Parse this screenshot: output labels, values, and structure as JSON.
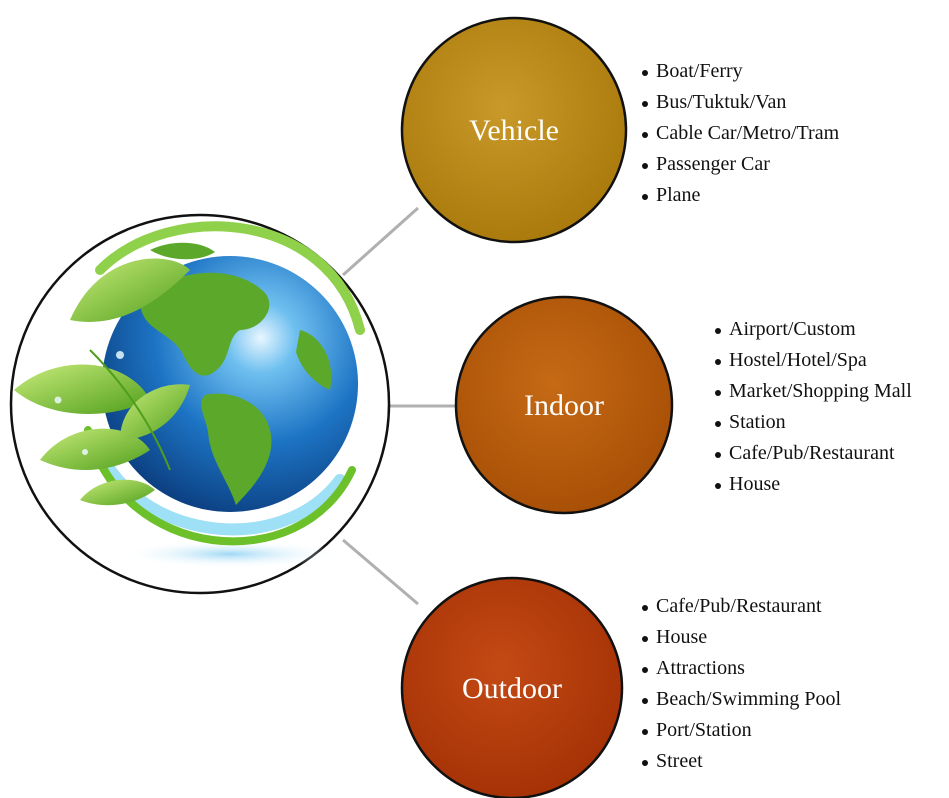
{
  "diagram": {
    "colors": {
      "vehicle": "#b8860b",
      "indoor": "#b85c0a",
      "outdoor": "#b83a0a",
      "connector": "#b0b0b0",
      "ocean": "#1e6fb8",
      "land": "#5ca82a",
      "leaf": "#7cc33a"
    },
    "hub": {
      "icon": "globe-with-leaves-icon"
    },
    "categories": [
      {
        "key": "vehicle",
        "label": "Vehicle",
        "items": [
          "Boat/Ferry",
          "Bus/Tuktuk/Van",
          "Cable Car/Metro/Tram",
          "Passenger Car",
          "Plane"
        ]
      },
      {
        "key": "indoor",
        "label": "Indoor",
        "items": [
          "Airport/Custom",
          "Hostel/Hotel/Spa",
          "Market/Shopping Mall",
          "Station",
          "Cafe/Pub/Restaurant",
          "House"
        ]
      },
      {
        "key": "outdoor",
        "label": "Outdoor",
        "items": [
          "Cafe/Pub/Restaurant",
          "House",
          "Attractions",
          "Beach/Swimming Pool",
          "Port/Station",
          "Street"
        ]
      }
    ]
  }
}
